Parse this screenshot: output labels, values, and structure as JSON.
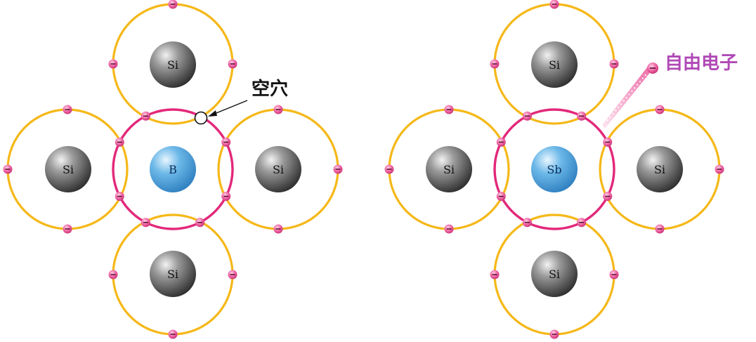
{
  "colors": {
    "outer_ring": "#f5b818",
    "center_ring": "#e3287a",
    "electron": "#ec5c9e",
    "silicon": "#5a5a5a",
    "dopant": "#5aa8dc",
    "free_electron_label": "#b049b6",
    "hole_label": "#111111"
  },
  "left_lattice": {
    "center_atom": "B",
    "neighbor_atoms": [
      "Si",
      "Si",
      "Si",
      "Si"
    ],
    "hole_label": "空穴"
  },
  "right_lattice": {
    "center_atom": "Sb",
    "neighbor_atoms": [
      "Si",
      "Si",
      "Si",
      "Si"
    ],
    "free_electron_label": "自由电子"
  }
}
